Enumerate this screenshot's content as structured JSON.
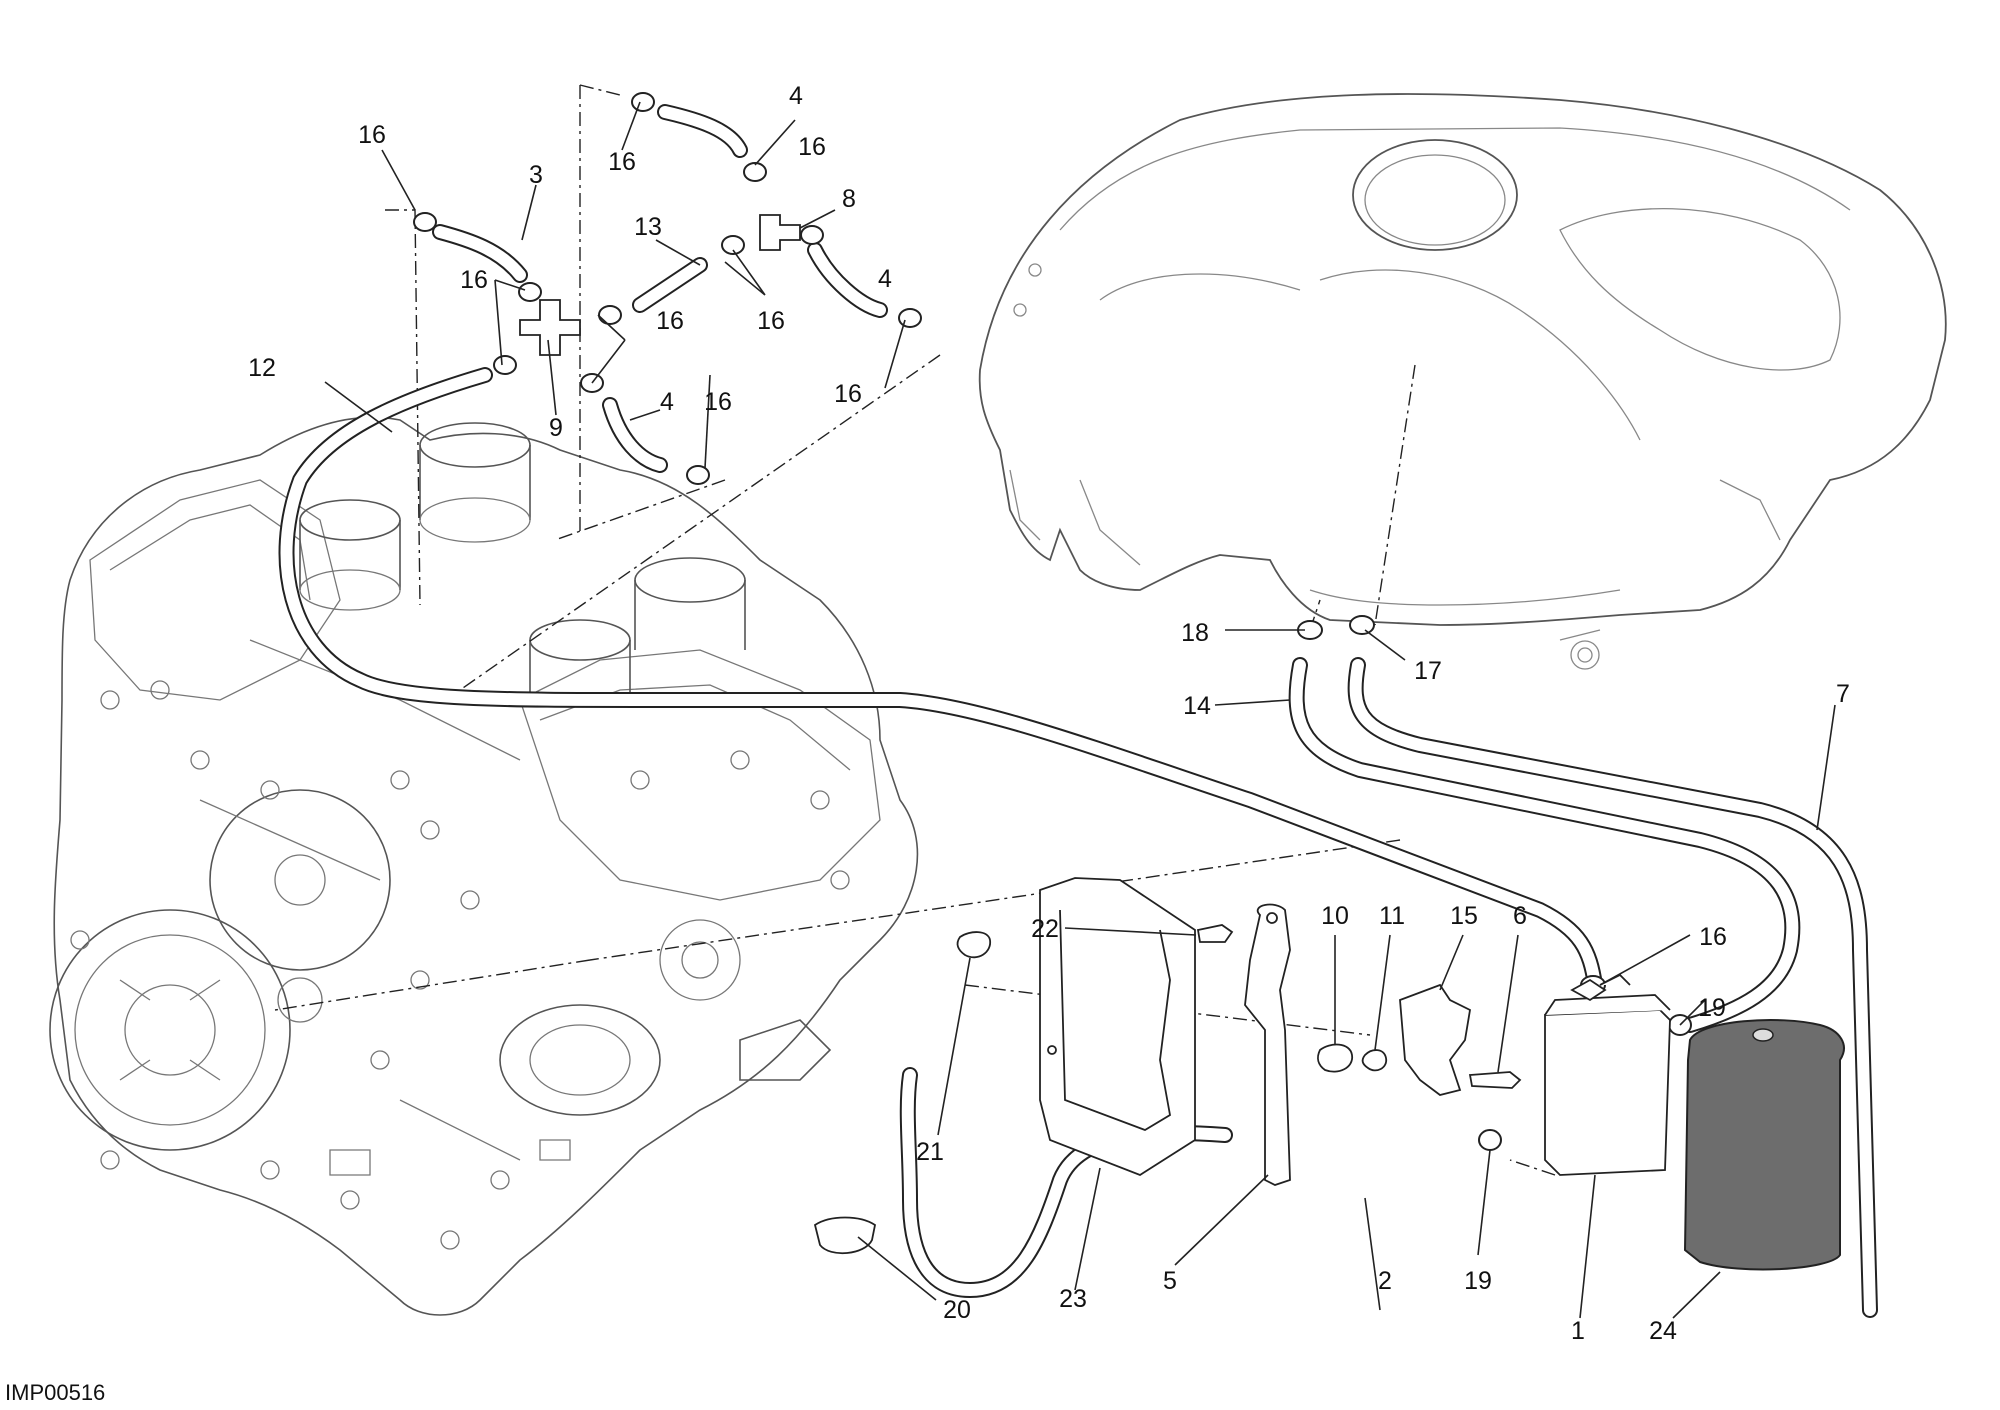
{
  "drawing_code": "IMP00516",
  "callouts": [
    {
      "id": "c1",
      "text": "1"
    },
    {
      "id": "c2",
      "text": "2"
    },
    {
      "id": "c3",
      "text": "3"
    },
    {
      "id": "c4a",
      "text": "4"
    },
    {
      "id": "c4b",
      "text": "4"
    },
    {
      "id": "c4c",
      "text": "4"
    },
    {
      "id": "c5",
      "text": "5"
    },
    {
      "id": "c6",
      "text": "6"
    },
    {
      "id": "c7",
      "text": "7"
    },
    {
      "id": "c8",
      "text": "8"
    },
    {
      "id": "c9",
      "text": "9"
    },
    {
      "id": "c10",
      "text": "10"
    },
    {
      "id": "c11",
      "text": "11"
    },
    {
      "id": "c12",
      "text": "12"
    },
    {
      "id": "c13",
      "text": "13"
    },
    {
      "id": "c14",
      "text": "14"
    },
    {
      "id": "c15",
      "text": "15"
    },
    {
      "id": "c16a",
      "text": "16"
    },
    {
      "id": "c16b",
      "text": "16"
    },
    {
      "id": "c16c",
      "text": "16"
    },
    {
      "id": "c16d",
      "text": "16"
    },
    {
      "id": "c16e",
      "text": "16"
    },
    {
      "id": "c16f",
      "text": "16"
    },
    {
      "id": "c16g",
      "text": "16"
    },
    {
      "id": "c16h",
      "text": "16"
    },
    {
      "id": "c16i",
      "text": "16"
    },
    {
      "id": "c17",
      "text": "17"
    },
    {
      "id": "c18",
      "text": "18"
    },
    {
      "id": "c19a",
      "text": "19"
    },
    {
      "id": "c19b",
      "text": "19"
    },
    {
      "id": "c20",
      "text": "20"
    },
    {
      "id": "c21",
      "text": "21"
    },
    {
      "id": "c22",
      "text": "22"
    },
    {
      "id": "c23",
      "text": "23"
    },
    {
      "id": "c24",
      "text": "24"
    }
  ]
}
